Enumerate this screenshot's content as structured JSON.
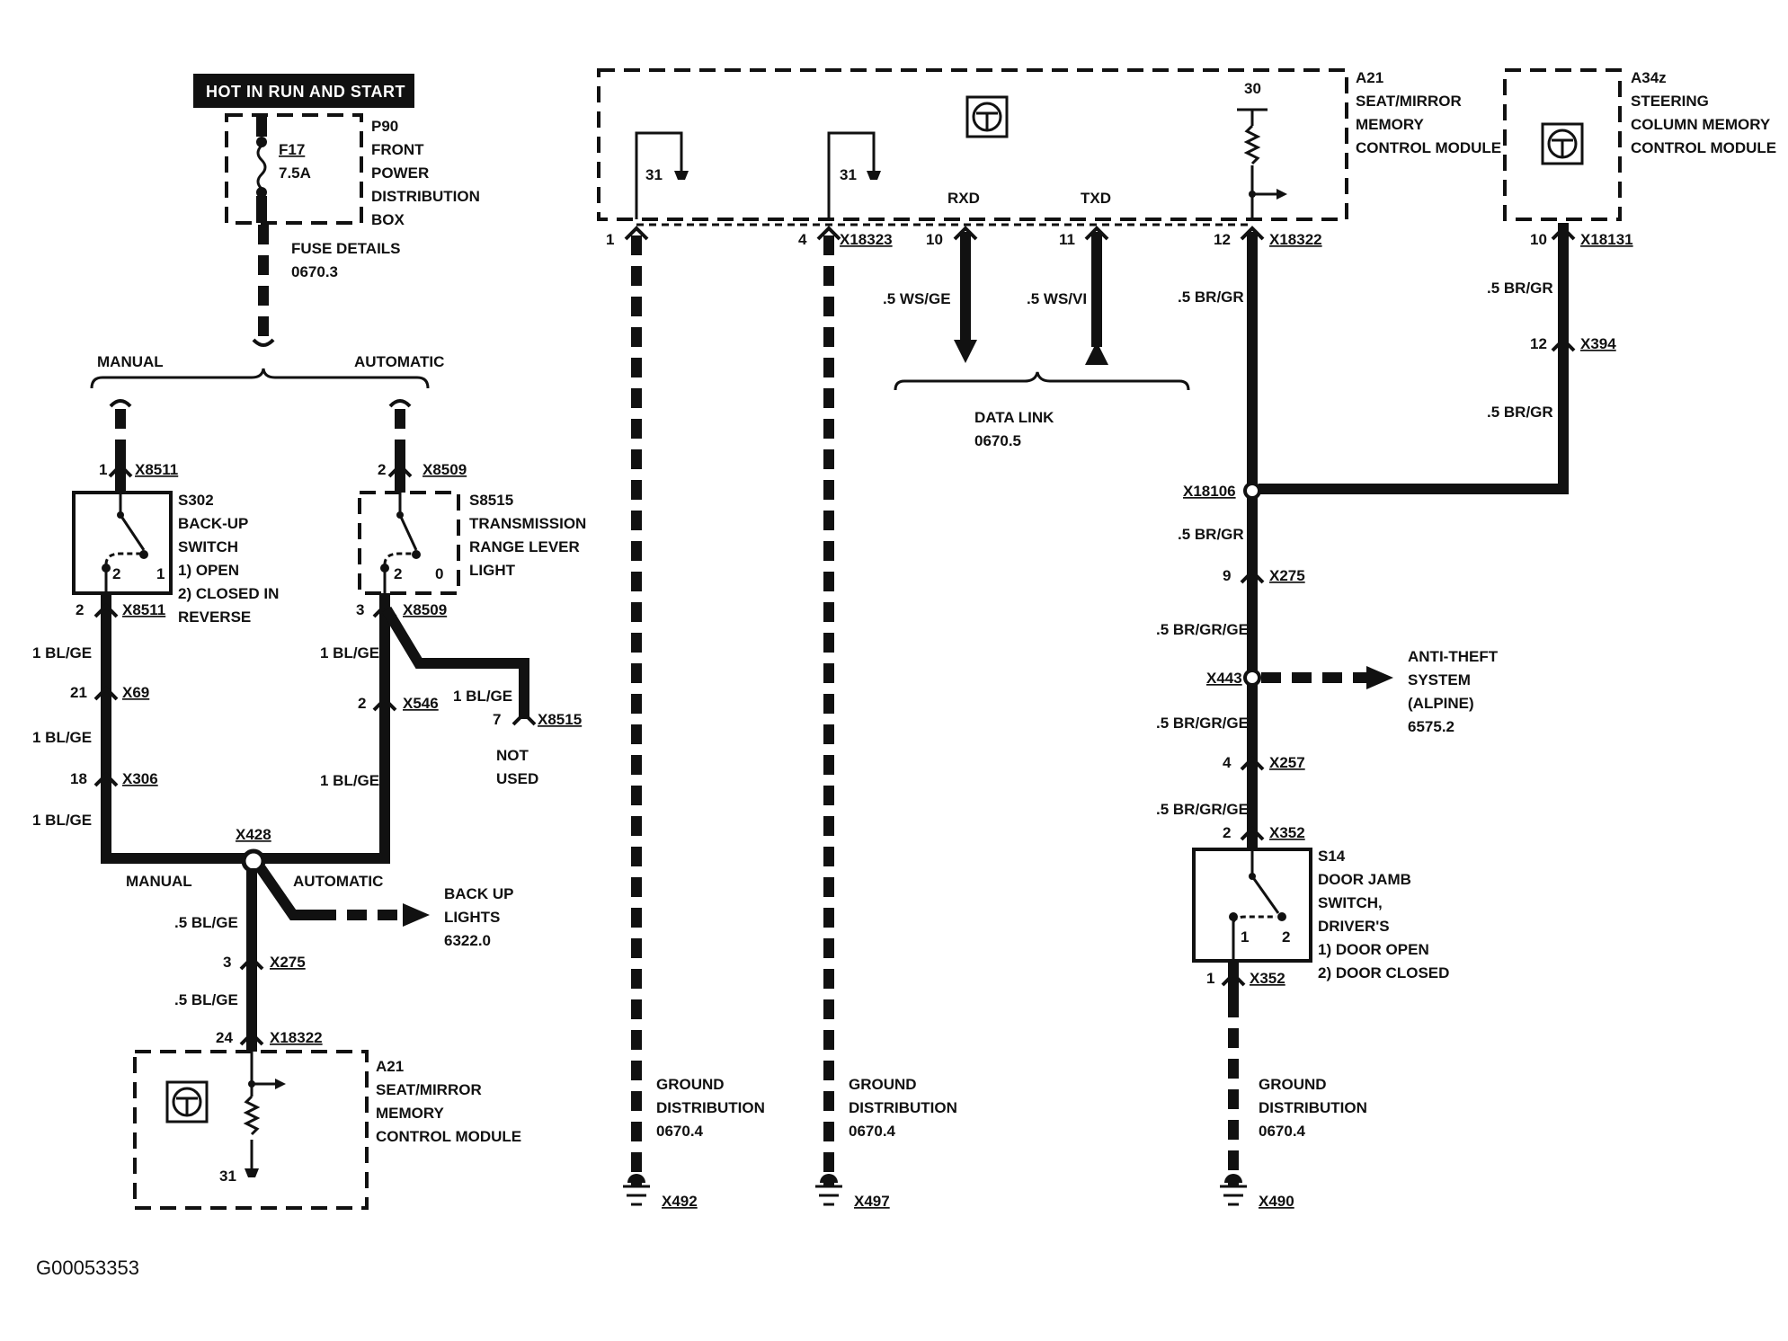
{
  "header": {
    "hot_label": "HOT IN RUN AND START"
  },
  "fuse": {
    "name": "F17",
    "rating": "7.5A",
    "box_lines": [
      "P90",
      "FRONT",
      "POWER",
      "DISTRIBUTION",
      "BOX"
    ],
    "details_lines": [
      "FUSE DETAILS",
      "0670.3"
    ]
  },
  "branch": {
    "manual": "MANUAL",
    "automatic": "AUTOMATIC"
  },
  "s302": {
    "lines": [
      "S302",
      "BACK-UP",
      "SWITCH",
      "1)  OPEN",
      "2)  CLOSED IN",
      "     REVERSE"
    ],
    "pin_top": "1",
    "conn_top": "X8511",
    "pin_bottom": "2",
    "conn_bottom": "X8511",
    "contact_a": "2",
    "contact_b": "1"
  },
  "s8515": {
    "lines": [
      "S8515",
      "TRANSMISSION",
      "RANGE LEVER",
      "LIGHT"
    ],
    "pin_top": "2",
    "conn_top": "X8509",
    "pin_bottom": "3",
    "conn_bottom": "X8509",
    "contact_a": "2",
    "contact_b": "0"
  },
  "left_wires": {
    "w1": "1 BL/GE",
    "p21": "21",
    "x69": "X69",
    "w2": "1 BL/GE",
    "p18": "18",
    "x306": "X306",
    "w3": "1 BL/GE",
    "r1": "1 BL/GE",
    "p2": "2",
    "x546": "X546",
    "r2": "1 BL/GE",
    "nu_wire": "1 BL/GE",
    "nu_pin": "7",
    "nu_conn": "X8515",
    "nu_lines": [
      "NOT",
      "USED"
    ]
  },
  "junction": {
    "x428": "X428",
    "manual": "MANUAL",
    "automatic": "AUTOMATIC",
    "backup_lines": [
      "BACK UP",
      "LIGHTS",
      "6322.0"
    ],
    "w_a": ".5 BL/GE",
    "pin3": "3",
    "x275": "X275",
    "w_b": ".5 BL/GE",
    "pin24": "24",
    "x18322": "X18322"
  },
  "a21_bottom": {
    "lines": [
      "A21",
      "SEAT/MIRROR",
      "MEMORY",
      "CONTROL MODULE"
    ],
    "ground_pin": "31"
  },
  "a21_top": {
    "lines": [
      "A21",
      "SEAT/MIRROR",
      "MEMORY",
      "CONTROL MODULE"
    ],
    "pin30": "30",
    "g1": "31",
    "g2": "31",
    "rxd": "RXD",
    "txd": "TXD",
    "pin1": "1",
    "pin4": "4",
    "conn_a": "X18323",
    "pin10": "10",
    "pin11": "11",
    "pin12": "12",
    "conn_b": "X18322"
  },
  "data_link": {
    "w_rxd": ".5 WS/GE",
    "w_txd": ".5 WS/VI",
    "lines": [
      "DATA LINK",
      "0670.5"
    ]
  },
  "grounds": [
    {
      "lines": [
        "GROUND",
        "DISTRIBUTION",
        "0670.4"
      ],
      "conn": "X492"
    },
    {
      "lines": [
        "GROUND",
        "DISTRIBUTION",
        "0670.4"
      ],
      "conn": "X497"
    },
    {
      "lines": [
        "GROUND",
        "DISTRIBUTION",
        "0670.4"
      ],
      "conn": "X490"
    }
  ],
  "a34z": {
    "lines": [
      "A34z",
      "STEERING",
      "COLUMN MEMORY",
      "CONTROL MODULE"
    ],
    "pin10": "10",
    "conn": "X18131",
    "w1": ".5 BR/GR",
    "pin12": "12",
    "x394": "X394",
    "w2": ".5 BR/GR"
  },
  "right_chain": {
    "w1": ".5 BR/GR",
    "x18106": "X18106",
    "w2": ".5 BR/GR",
    "pin9": "9",
    "x275": "X275",
    "w3": ".5 BR/GR/GE",
    "x443": "X443",
    "anti_lines": [
      "ANTI-THEFT",
      "SYSTEM",
      "(ALPINE)",
      "6575.2"
    ],
    "w4": ".5 BR/GR/GE",
    "pin4": "4",
    "x257": "X257",
    "w5": ".5 BR/GR/GE",
    "pin2": "2",
    "x352_top": "X352",
    "pin1": "1",
    "x352_bottom": "X352"
  },
  "s14": {
    "lines": [
      "S14",
      "DOOR JAMB",
      "SWITCH,",
      "DRIVER'S",
      "1)  DOOR OPEN",
      "2)  DOOR CLOSED"
    ],
    "contact_a": "1",
    "contact_b": "2"
  },
  "footer": {
    "code": "G00053353"
  }
}
